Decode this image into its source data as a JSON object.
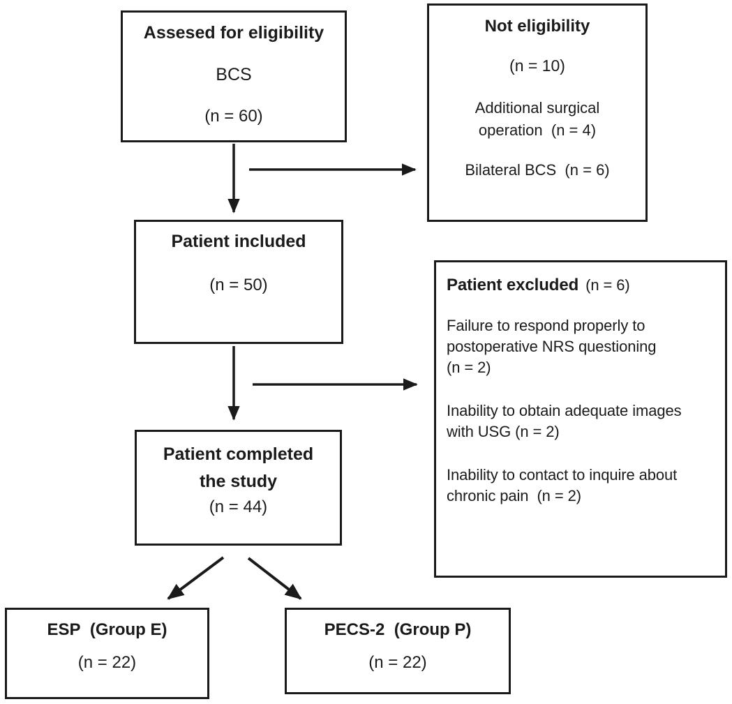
{
  "colors": {
    "ink": "#1a1a1a",
    "paper": "#ffffff"
  },
  "boxes": {
    "assessed": {
      "title": "Assesed for eligibility",
      "subtitle": "BCS",
      "count": "(n = 60)"
    },
    "not_eligible": {
      "title": "Not eligibility",
      "count": "(n = 10)",
      "reason_surgical": "Additional surgical\noperation  (n = 4)",
      "reason_bilateral": "Bilateral BCS  (n = 6)"
    },
    "included": {
      "title": "Patient included",
      "count": "(n = 50)"
    },
    "excluded": {
      "title": "Patient excluded",
      "count": "(n = 6)",
      "reason_nrs": "Failure to respond properly to\npostoperative NRS questioning\n(n = 2)",
      "reason_usg": "Inability to obtain adequate images\nwith USG (n = 2)",
      "reason_contact": "Inability to contact to inquire about\nchronic pain  (n = 2)"
    },
    "completed": {
      "title": "Patient completed\nthe study",
      "count": "(n = 44)"
    },
    "group_e": {
      "title": "ESP  (Group E)",
      "count": "(n = 22)"
    },
    "group_p": {
      "title": "PECS-2  (Group P)",
      "count": "(n = 22)"
    }
  }
}
